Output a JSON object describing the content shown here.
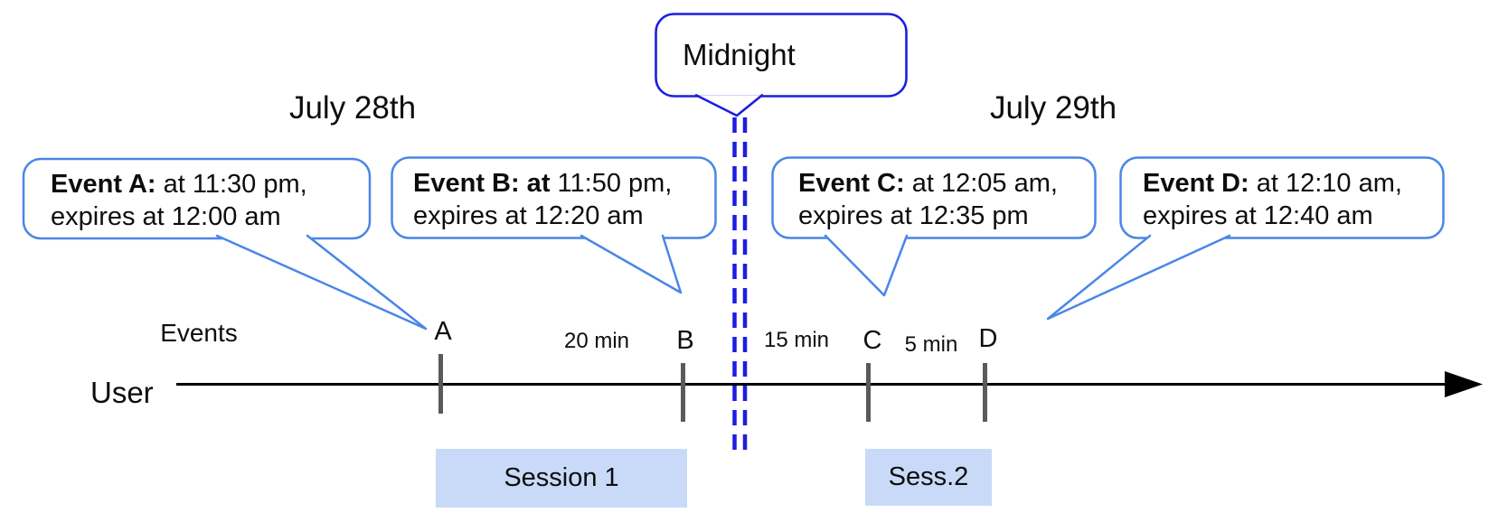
{
  "titles": {
    "left_date": "July 28th",
    "right_date": "July 29th"
  },
  "midnight": {
    "label": "Midnight"
  },
  "axis": {
    "user_label": "User",
    "events_label": "Events"
  },
  "callouts": [
    {
      "id": "A",
      "bold": "Event A:",
      "line1": " at 11:30 pm,",
      "line2": "expires at 12:00 am"
    },
    {
      "id": "B",
      "bold": "Event B: at",
      "line1": " 11:50 pm,",
      "line2": "expires at 12:20 am"
    },
    {
      "id": "C",
      "bold": "Event C:",
      "line1": " at 12:05 am,",
      "line2": "expires at 12:35 pm"
    },
    {
      "id": "D",
      "bold": "Event D:",
      "line1": "  at 12:10 am,",
      "line2": "expires at 12:40 am"
    }
  ],
  "ticks": [
    {
      "label": "A"
    },
    {
      "label": "B"
    },
    {
      "label": "C"
    },
    {
      "label": "D"
    }
  ],
  "intervals": [
    {
      "label": "20 min"
    },
    {
      "label": "15 min"
    },
    {
      "label": "5 min"
    }
  ],
  "sessions": [
    {
      "label": "Session 1"
    },
    {
      "label": "Sess.2"
    }
  ],
  "colors": {
    "calloutblue": "#4a86e8",
    "deepblue": "#1d1de0",
    "sessionfill": "#c9daf8",
    "tick": "#5a5a5a"
  }
}
